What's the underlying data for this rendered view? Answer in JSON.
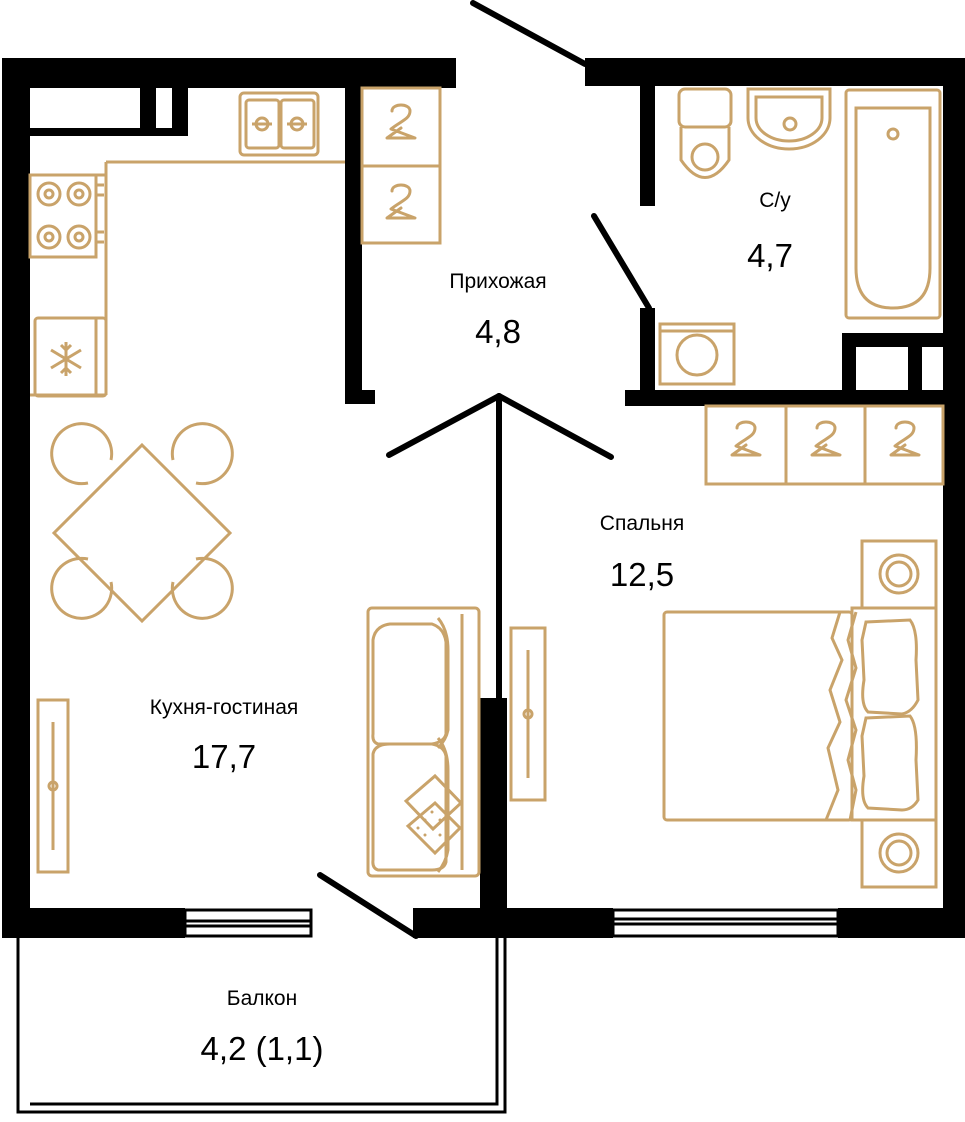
{
  "colors": {
    "wall": "#000000",
    "furniture": "#C9A36A",
    "background": "#ffffff"
  },
  "rooms": {
    "hall": {
      "name": "Прихожая",
      "area": "4,8"
    },
    "bathroom": {
      "name": "С/у",
      "area": "4,7"
    },
    "bedroom": {
      "name": "Спальня",
      "area": "12,5"
    },
    "living": {
      "name": "Кухня-гостиная",
      "area": "17,7"
    },
    "balcony": {
      "name": "Балкон",
      "area": "4,2 (1,1)"
    }
  },
  "icons": [
    "sink-icon",
    "stove-icon",
    "fridge-icon",
    "hanger-icon",
    "toilet-icon",
    "washbasin-icon",
    "bathtub-icon",
    "washing-machine-icon",
    "dining-table-icon",
    "sofa-icon",
    "bed-icon",
    "nightstand-icon",
    "wall-radiator-icon",
    "door-swing-icon",
    "window-icon"
  ]
}
